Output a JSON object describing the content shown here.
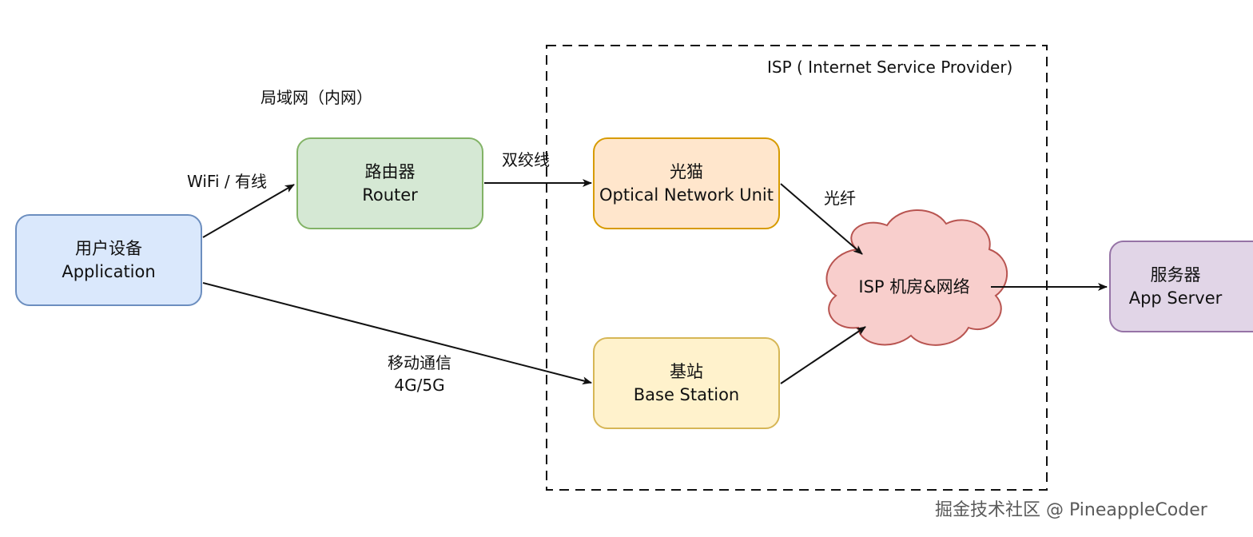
{
  "nodes": {
    "app": {
      "line1": "用户设备",
      "line2": "Application",
      "fill": "#dae8fc",
      "stroke": "#6c8ebf"
    },
    "router": {
      "line1": "路由器",
      "line2": "Router",
      "fill": "#d5e8d4",
      "stroke": "#82b366"
    },
    "onu": {
      "line1": "光猫",
      "line2": "Optical Network Unit",
      "fill": "#ffe6cc",
      "stroke": "#d79b00"
    },
    "base_station": {
      "line1": "基站",
      "line2": "Base Station",
      "fill": "#fff2cc",
      "stroke": "#d6b656"
    },
    "isp_cloud": {
      "label": "ISP 机房&网络",
      "fill": "#f8cecc",
      "stroke": "#b85450"
    },
    "server": {
      "line1": "服务器",
      "line2": "App Server",
      "fill": "#e1d5e7",
      "stroke": "#9673a6"
    }
  },
  "edge_labels": {
    "lan": "局域网（内网）",
    "wifi_wired": "WiFi / 有线",
    "twisted_pair": "双绞线",
    "fiber": "光纤",
    "mobile_line1": "移动通信",
    "mobile_line2": "4G/5G"
  },
  "groups": {
    "isp": "ISP ( Internet Service Provider)"
  },
  "watermark": "掘金技术社区 @ PineappleCoder"
}
